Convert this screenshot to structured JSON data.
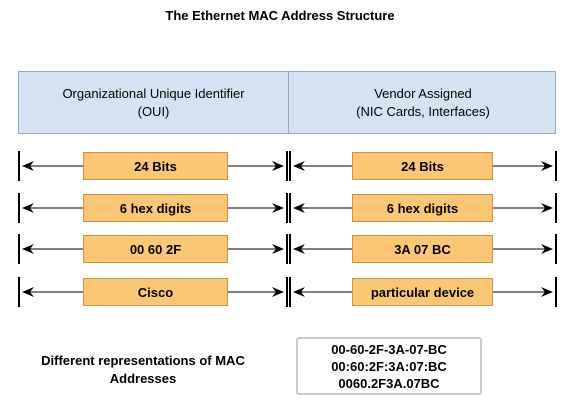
{
  "title": "The Ethernet MAC Address Structure",
  "header": {
    "left_line1": "Organizational Unique Identifier",
    "left_line2": "(OUI)",
    "right_line1": "Vendor Assigned",
    "right_line2": "(NIC Cards, Interfaces)"
  },
  "rows": [
    {
      "left": "24 Bits",
      "right": "24 Bits"
    },
    {
      "left": "6 hex digits",
      "right": "6 hex digits"
    },
    {
      "left": "00 60 2F",
      "right": "3A 07 BC"
    },
    {
      "left": "Cisco",
      "right": "particular device"
    }
  ],
  "representations": {
    "caption_line1": "Different representations of MAC",
    "caption_line2": "Addresses",
    "formats": [
      "00-60-2F-3A-07-BC",
      "00:60:2F:3A:07:BC",
      "0060.2F3A.07BC"
    ]
  },
  "colors": {
    "header_fill": "#d5e2f1",
    "label_fill": "#fbc776",
    "arrow": "#000000"
  }
}
